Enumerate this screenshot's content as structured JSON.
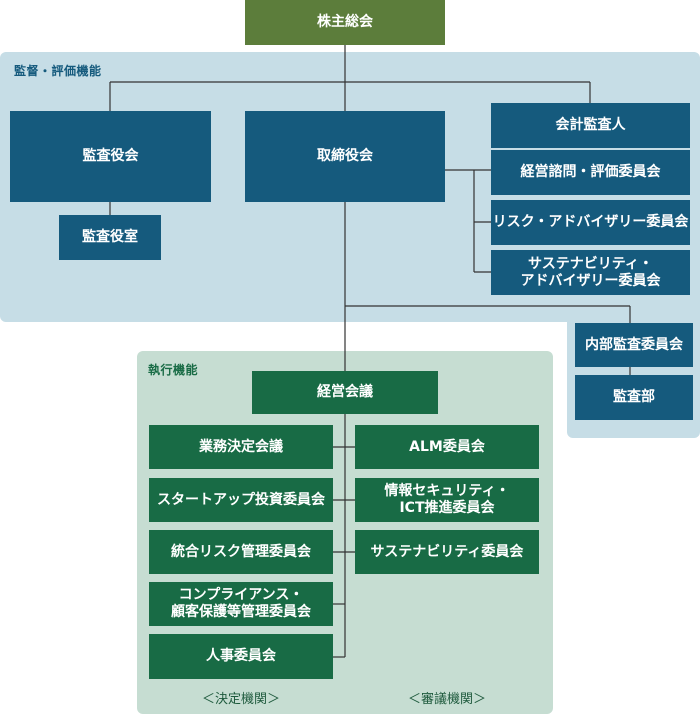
{
  "diagram": {
    "top": "株主総会",
    "supervision": {
      "label": "監督・評価機能",
      "audit_board": "監査役会",
      "audit_office": "監査役室",
      "board": "取締役会",
      "accounting_auditor": "会計監査人",
      "advisory_committee": "経営諮問・評価委員会",
      "risk_advisory": "リスク・アドバイザリー委員会",
      "sustainability_advisory_line1": "サステナビリティ・",
      "sustainability_advisory_line2": "アドバイザリー委員会"
    },
    "internal_audit": {
      "committee": "内部監査委員会",
      "department": "監査部"
    },
    "execution": {
      "label": "執行機能",
      "management_council": "経営会議",
      "decision_bodies": {
        "caption": "＜決定機関＞",
        "items": {
          "business_decision": "業務決定会議",
          "startup_investment": "スタートアップ投資委員会",
          "integrated_risk": "統合リスク管理委員会",
          "compliance_line1": "コンプライアンス・",
          "compliance_line2": "顧客保護等管理委員会",
          "hr": "人事委員会"
        }
      },
      "deliberation_bodies": {
        "caption": "＜審議機関＞",
        "items": {
          "alm": "ALM委員会",
          "infosec_line1": "情報セキュリティ・",
          "infosec_line2": "ICT推進委員会",
          "sustainability": "サステナビリティ委員会"
        }
      }
    }
  }
}
